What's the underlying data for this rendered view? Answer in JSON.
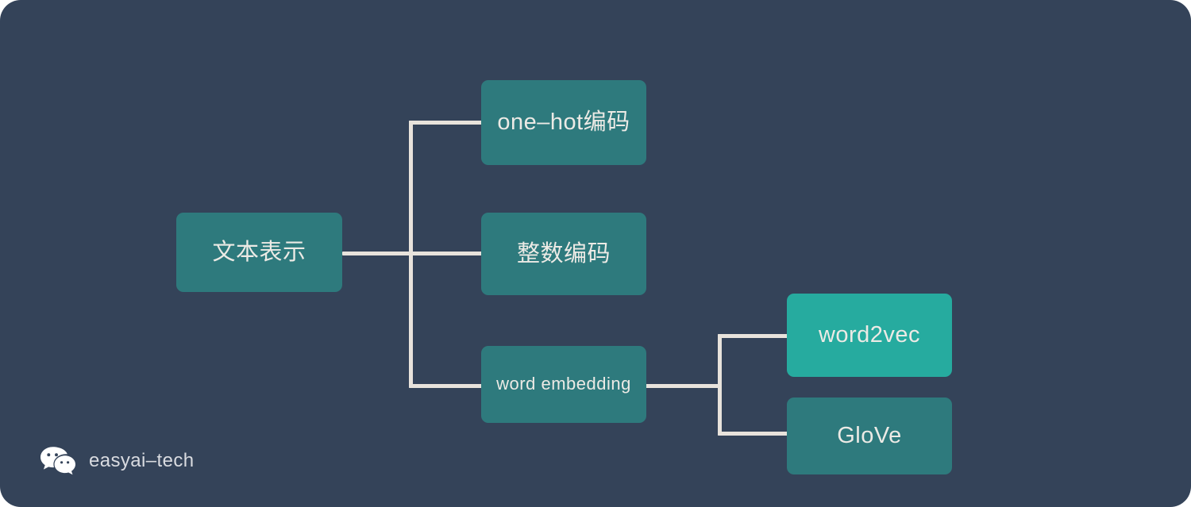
{
  "canvas": {
    "background_color": "#344359",
    "line_color": "#e8e3dc",
    "node_color": "#2e7a7d",
    "node_highlight_color": "#26ab9f",
    "text_color": "#eceae5"
  },
  "diagram": {
    "type": "mindmap",
    "root": {
      "id": "root",
      "label": "文本表示"
    },
    "level1": [
      {
        "id": "one-hot",
        "label": "one–hot编码"
      },
      {
        "id": "integer",
        "label": "整数编码"
      },
      {
        "id": "word-embedding",
        "label": "word embedding"
      }
    ],
    "level2": [
      {
        "id": "word2vec",
        "label": "word2vec",
        "parent": "word-embedding",
        "highlight": true
      },
      {
        "id": "glove",
        "label": "GloVe",
        "parent": "word-embedding",
        "highlight": false
      }
    ]
  },
  "watermark": {
    "icon": "wechat-icon",
    "label": "easyai–tech"
  }
}
